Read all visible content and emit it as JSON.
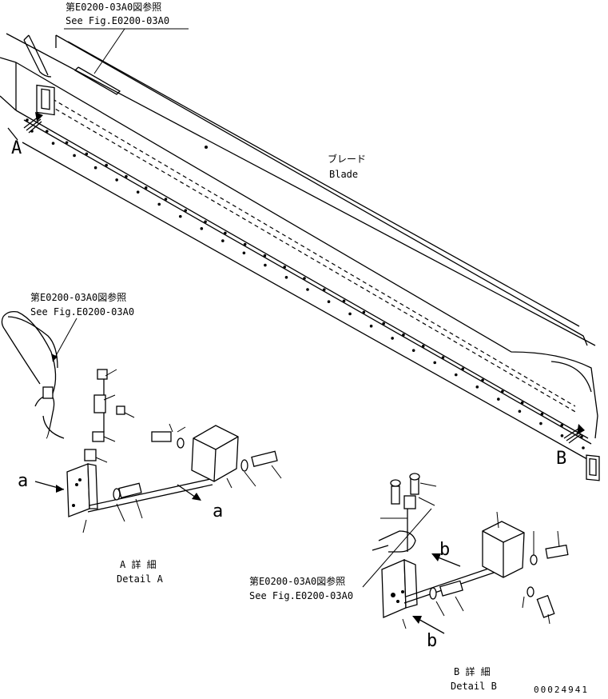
{
  "labels": {
    "top_ref_jp": "第E0200-03A0図参照",
    "top_ref_en": "See Fig.E0200-03A0",
    "blade_jp": "ブレード",
    "blade_en": "Blade",
    "view_a": "A",
    "view_b": "B",
    "detail_a_ref_jp": "第E0200-03A0図参照",
    "detail_a_ref_en": "See Fig.E0200-03A0",
    "arrow_a": "a",
    "detail_a_jp": "A 詳 細",
    "detail_a_en": "Detail A",
    "detail_b_ref_jp": "第E0200-03A0図参照",
    "detail_b_ref_en": "See Fig.E0200-03A0",
    "arrow_b": "b",
    "detail_b_jp": "B 詳 細",
    "detail_b_en": "Detail B",
    "drawing_number": "00024941"
  }
}
